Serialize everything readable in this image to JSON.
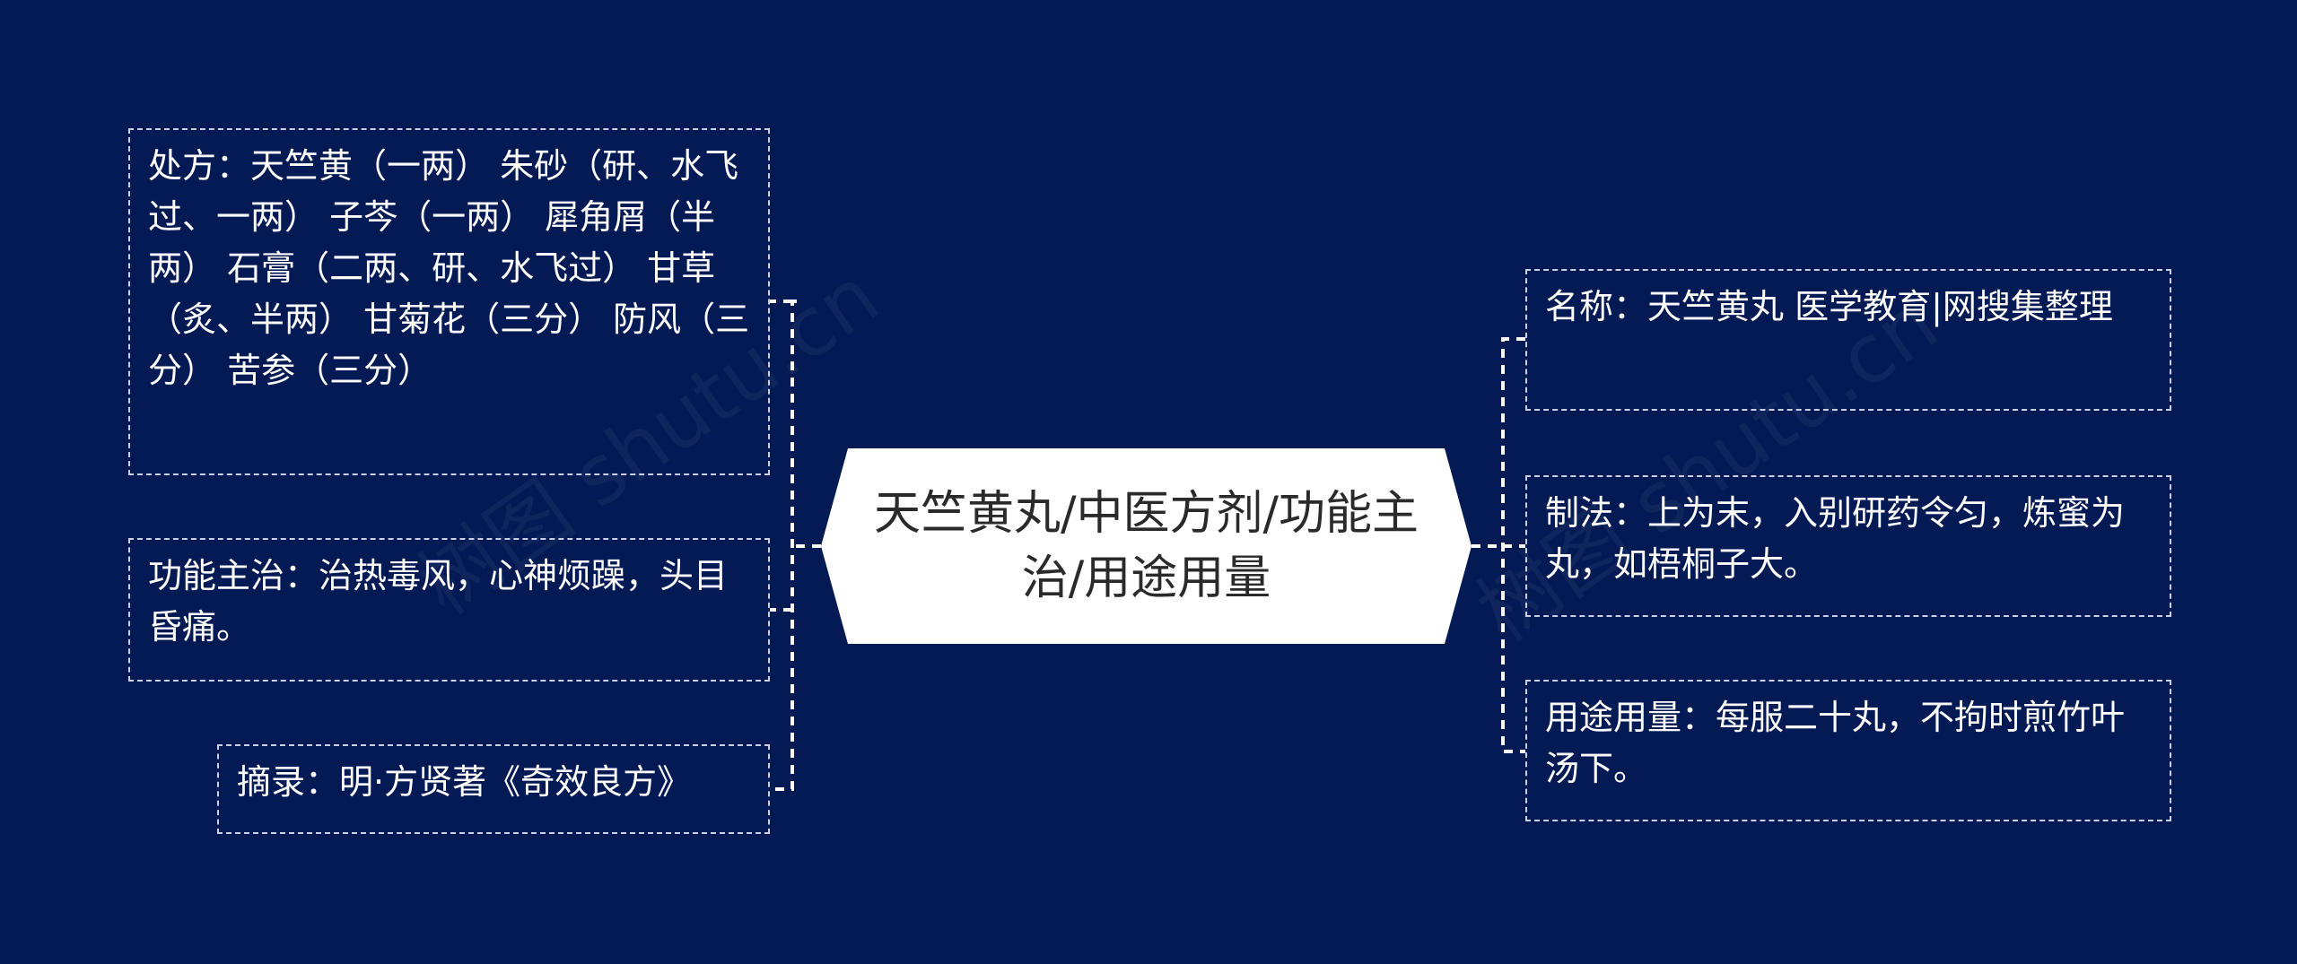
{
  "center": {
    "text": "天竺黄丸/中医方剂/功能主治/用途用量"
  },
  "left_nodes": [
    {
      "id": "prescription",
      "text": "处方：天竺黄（一两） 朱砂（研、水飞过、一两） 子芩（一两） 犀角屑（半两） 石膏（二两、研、水飞过） 甘草（炙、半两） 甘菊花（三分） 防风（三分） 苦参（三分）"
    },
    {
      "id": "indication",
      "text": "功能主治：治热毒风，心神烦躁，头目昏痛。"
    },
    {
      "id": "source",
      "text": "摘录：明·方贤著《奇效良方》"
    }
  ],
  "right_nodes": [
    {
      "id": "name",
      "text": "名称：天竺黄丸 医学教育|网搜集整理"
    },
    {
      "id": "preparation",
      "text": "制法：上为末，入别研药令匀，炼蜜为丸，如梧桐子大。"
    },
    {
      "id": "usage",
      "text": "用途用量：每服二十丸，不拘时煎竹叶汤下。"
    }
  ],
  "watermark": {
    "text": "树图 shutu.cn"
  },
  "colors": {
    "background": "#041a54",
    "node_border": "#c9d1e6",
    "center_fill": "#ffffff",
    "center_text": "#2a2a2a"
  }
}
